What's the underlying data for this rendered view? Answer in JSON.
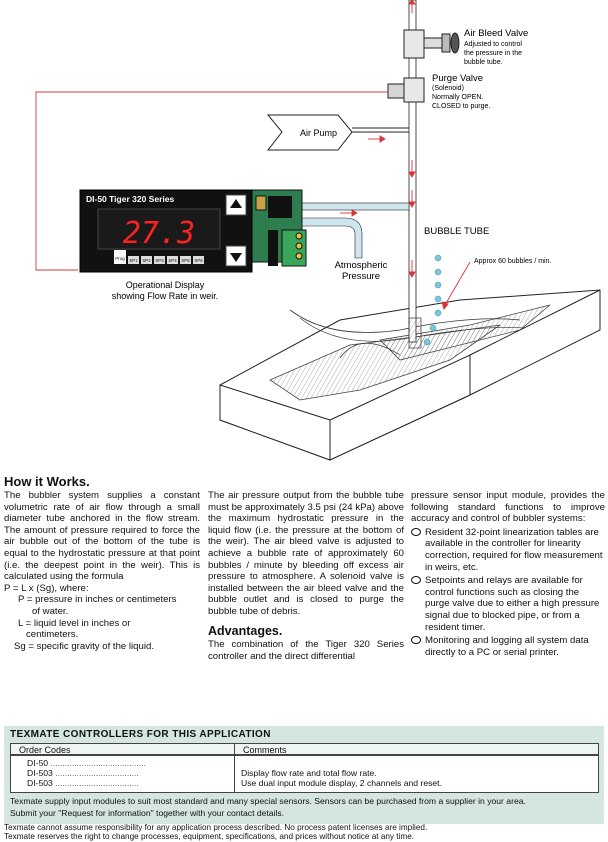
{
  "diagram": {
    "labels": {
      "air_bleed_title": "Air Bleed Valve",
      "air_bleed_l1": "Adjusted to control",
      "air_bleed_l2": "the pressure in the",
      "air_bleed_l3": "bubble tube.",
      "purge_title": "Purge Valve",
      "purge_l1": "(Solenoid)",
      "purge_l2": "Normally OPEN.",
      "purge_l3": "CLOSED to purge.",
      "air_pump": "Air Pump",
      "meter_title": "DI-50 Tiger 320 Series",
      "meter_reading": "27.3",
      "meter_prog": "Prog",
      "sp1": "SP1",
      "sp2": "SP2",
      "sp3": "SP3",
      "sp4": "SP4",
      "sp5": "SP5",
      "sp6": "SP6",
      "bubble_tube": "BUBBLE TUBE",
      "bubbles_rate": "Approx 60 bubbles / min.",
      "atm_l1": "Atmospheric",
      "atm_l2": "Pressure",
      "op_display_l1": "Operational Display",
      "op_display_l2": "showing Flow Rate in weir."
    }
  },
  "how": {
    "title": "How it Works.",
    "col1_p1": "The bubbler system supplies a constant volumetric rate of air flow through a small diameter tube anchored in the flow stream. The amount of pressure required to force the air bubble out of the bottom of the tube is equal to the hydrostatic pressure at that point (i.e. the deepest point in the weir). This is calculated using the formula",
    "formula": "P = L x (Sg), where:",
    "def_p1": "P = pressure in inches or centimeters",
    "def_p2": "of water.",
    "def_l1": "L = liquid level in inches or",
    "def_l2": "centimeters.",
    "def_sg": "Sg = specific gravity of the liquid.",
    "col2_p1": "The air pressure output from the bubble tube must be approximately 3.5 psi (24 kPa) above the maximum hydrostatic pressure in the liquid flow (i.e. the pressure at the bottom of the weir). The air bleed valve is adjusted to achieve a bubble rate of approximately 60 bubbles / minute by bleeding off excess air pressure to atmosphere. A solenoid valve is installed between the air bleed valve and the bubble outlet and is closed to purge the bubble tube of debris.",
    "adv_title": "Advantages.",
    "adv_text": "The combination of the Tiger 320 Series controller and the direct differential",
    "col3_intro": "pressure sensor input module, provides the following standard functions to improve accuracy and control of bubbler systems:",
    "bullets": [
      "Resident 32-point linearization tables are available in the controller for linearity correction, required for flow measurement in weirs, etc.",
      "Setpoints and relays are available for control functions such as closing the purge valve due to either a high pressure signal due to blocked pipe, or from a resident timer.",
      "Monitoring and logging all system data directly to a PC or serial printer."
    ]
  },
  "table": {
    "title": "TEXMATE CONTROLLERS FOR THIS APPLICATION",
    "col_codes": "Order Codes",
    "col_comments": "Comments",
    "rows": [
      {
        "code": "DI-50",
        "comment": ""
      },
      {
        "code": "DI-503",
        "comment": "Display flow rate and total flow rate."
      },
      {
        "code": "DI-503",
        "comment": "Use dual input module display, 2 channels and reset."
      }
    ],
    "note1": "Texmate supply input modules to suit most standard and many special sensors. Sensors can be purchased from a supplier in your area.",
    "note2": "Submit your \"Request for information\" together with your contact details."
  },
  "footer": {
    "line1": "Texmate cannot assume responsibility for any application process described. No process patent licenses are implied.",
    "line2": "Texmate reserves the right to change processes, equipment, specifications, and prices without notice at any time."
  },
  "colors": {
    "accent_red": "#d9343a",
    "table_green": "#d4e6df",
    "digit_red": "#ff2020",
    "tube_blue": "#cfe6ee",
    "bubble_blue": "#7cc6de"
  }
}
